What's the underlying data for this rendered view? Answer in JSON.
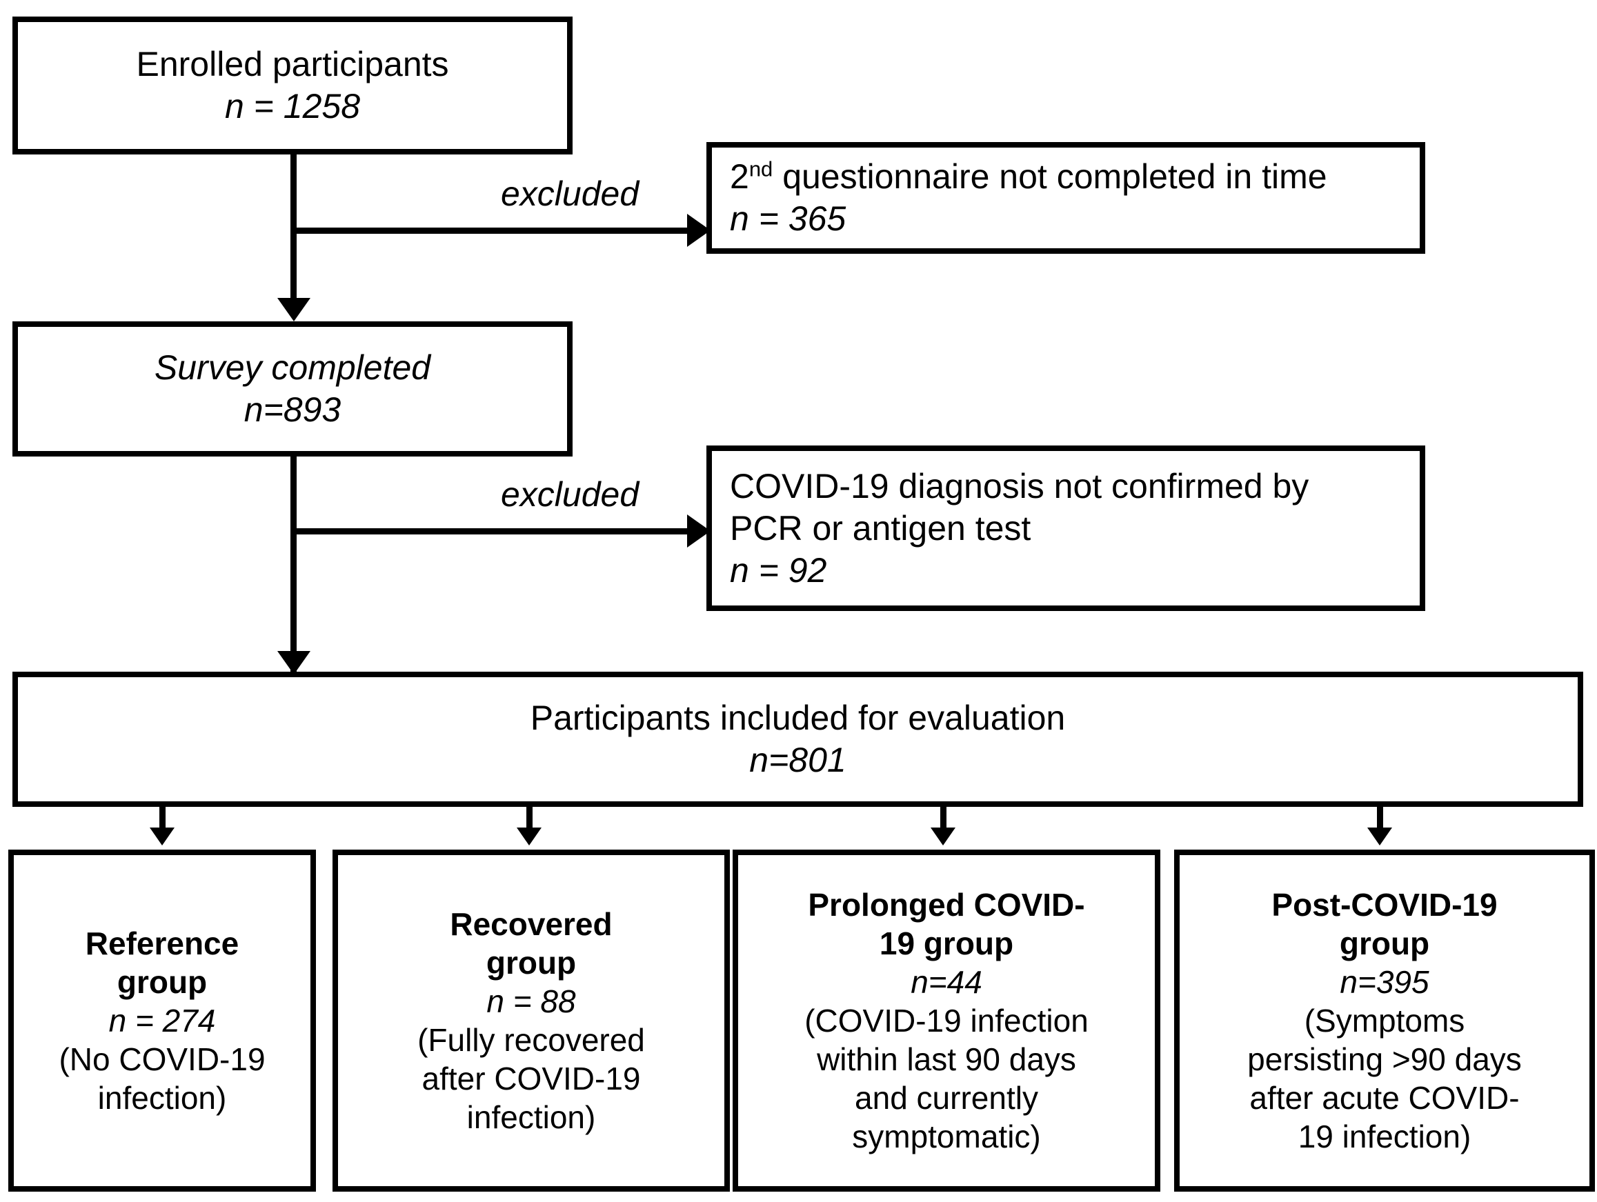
{
  "diagram": {
    "title": "Participant flow diagram",
    "type": "flowchart",
    "background_color": "#ffffff",
    "line_color": "#000000"
  },
  "nodes": {
    "enrolled": {
      "name": "enrolled-participants",
      "line1": "Enrolled participants",
      "line2": "n = 1258",
      "count": 1258
    },
    "excluded_1": {
      "name": "excluded-questionnaire",
      "line1_prefix": "2",
      "line1_sup": "nd",
      "line1_rest": " questionnaire not completed in time",
      "line2": "n = 365",
      "count": 365
    },
    "survey_completed": {
      "name": "survey-completed",
      "line1": "Survey completed",
      "line2": "n=893",
      "count": 893
    },
    "excluded_2": {
      "name": "excluded-unconfirmed-diagnosis",
      "line1": "COVID-19 diagnosis not confirmed by",
      "line2": "PCR or antigen test",
      "line3": "n = 92",
      "count": 92
    },
    "included": {
      "name": "participants-included",
      "line1": "Participants included for evaluation",
      "line2": "n=801",
      "count": 801
    }
  },
  "groups": [
    {
      "name": "reference-group",
      "title_line1": "Reference",
      "title_line2": "group",
      "n_label": "n = 274",
      "count": 274,
      "desc_lines": [
        "(No COVID-19",
        "infection)"
      ]
    },
    {
      "name": "recovered-group",
      "title_line1": "Recovered",
      "title_line2": "group",
      "n_label": "n = 88",
      "count": 88,
      "desc_lines": [
        "(Fully recovered",
        "after COVID-19",
        "infection)"
      ]
    },
    {
      "name": "prolonged-covid-19-group",
      "title_line1": "Prolonged COVID-",
      "title_line2": "19 group",
      "n_label": "n=44",
      "count": 44,
      "desc_lines": [
        "(COVID-19 infection",
        "within last 90 days",
        "and currently",
        "symptomatic)"
      ]
    },
    {
      "name": "post-covid-19-group",
      "title_line1": "Post-COVID-19",
      "title_line2": "group",
      "n_label": "n=395",
      "count": 395,
      "desc_lines": [
        "(Symptoms",
        "persisting >90 days",
        "after acute COVID-",
        "19 infection)"
      ]
    }
  ],
  "edges": {
    "excluded_label_1": "excluded",
    "excluded_label_2": "excluded"
  }
}
